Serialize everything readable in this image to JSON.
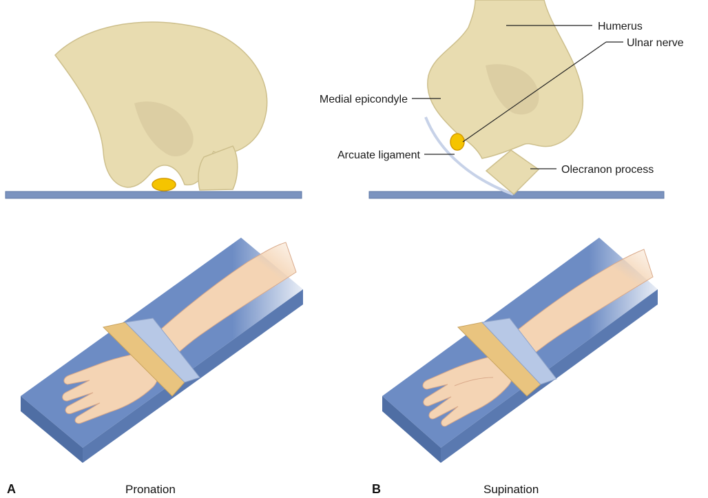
{
  "colors": {
    "bone": "#e8dcb0",
    "bone_shadow": "#c9bb86",
    "nerve": "#f5c400",
    "table": "#7b93bf",
    "board_top": "#6d8cc4",
    "board_side": "#4f6ea4",
    "skin": "#f4d4b4",
    "strap_tan": "#e9c47f",
    "strap_blue": "#b7c8e6"
  },
  "labels": {
    "humerus": "Humerus",
    "ulnar_nerve": "Ulnar nerve",
    "medial_epicondyle": "Medial epicondyle",
    "arcuate_ligament": "Arcuate ligament",
    "olecranon_process": "Olecranon process"
  },
  "panels": {
    "a": {
      "letter": "A",
      "caption": "Pronation"
    },
    "b": {
      "letter": "B",
      "caption": "Supination"
    }
  },
  "icons": [
    "elbow-bone-illustration",
    "arm-on-board-illustration"
  ]
}
